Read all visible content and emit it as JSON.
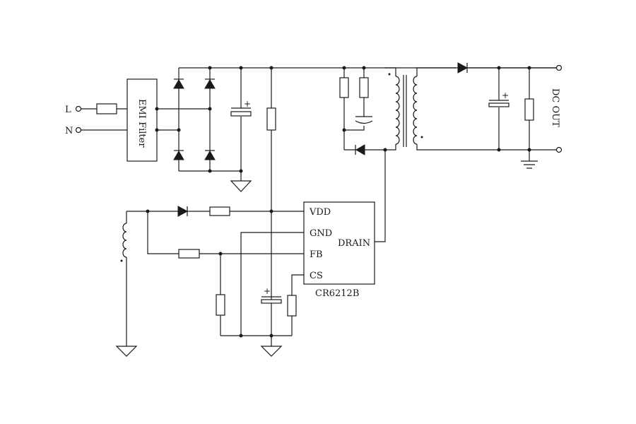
{
  "terminals": {
    "line": "L",
    "neutral": "N"
  },
  "emi_filter": {
    "label": "EMI Filter"
  },
  "output": {
    "label": "DC OUT"
  },
  "ic": {
    "name": "CR6212B",
    "pins": {
      "vdd": "VDD",
      "gnd": "GND",
      "fb": "FB",
      "cs": "CS",
      "drain": "DRAIN"
    }
  },
  "polarity": {
    "cap_plus": "+"
  },
  "colors": {
    "ink": "#1a1a1a",
    "background": "#ffffff"
  }
}
